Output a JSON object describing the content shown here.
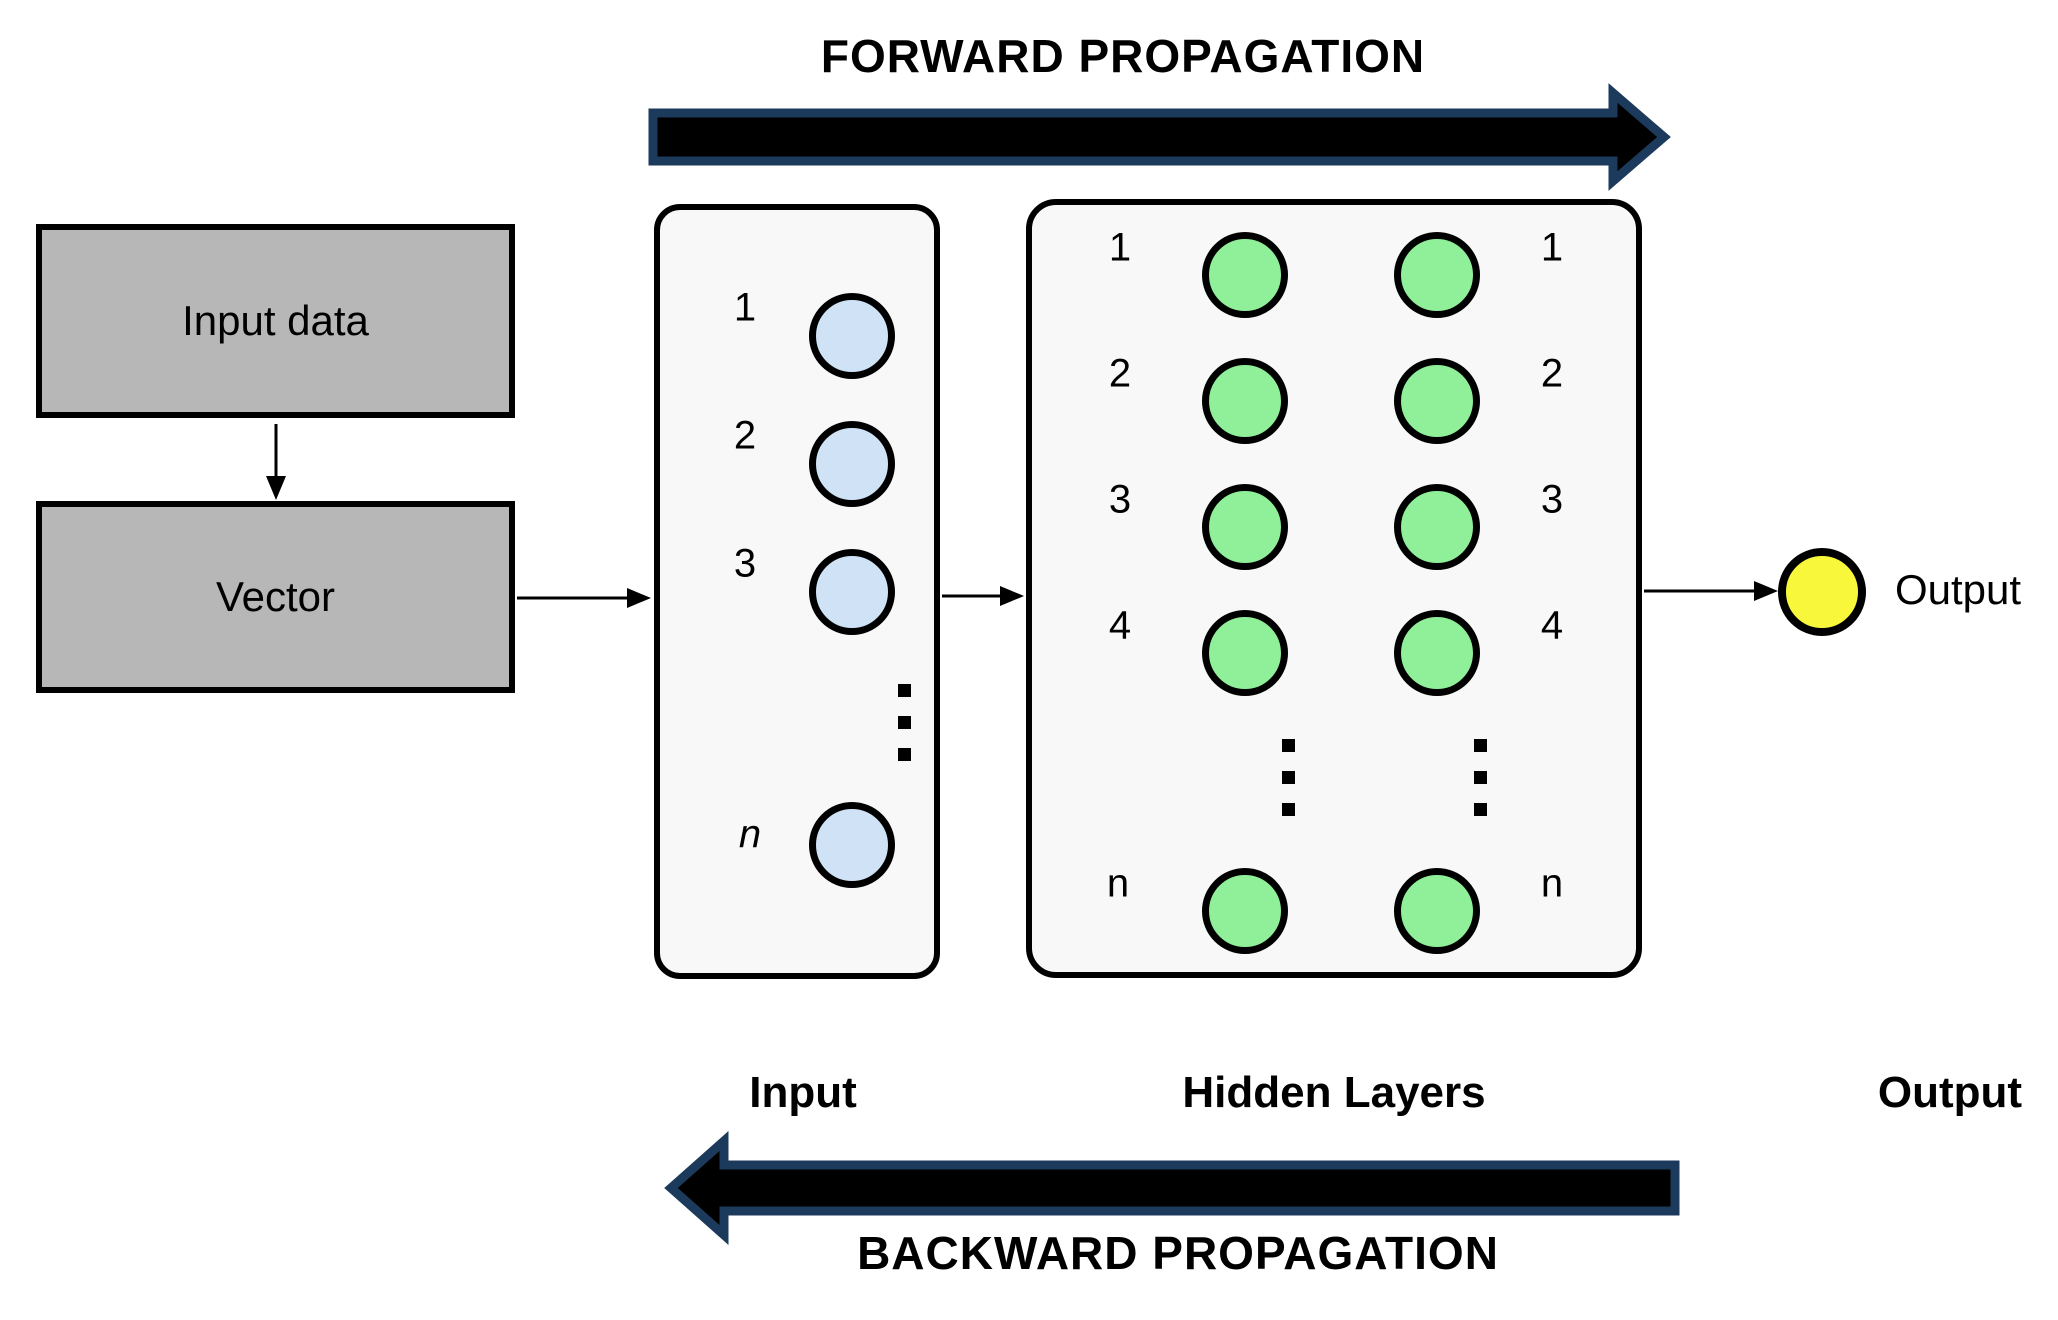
{
  "titles": {
    "forward": "FORWARD PROPAGATION",
    "backward": "BACKWARD PROPAGATION"
  },
  "preprocess": {
    "input_data_label": "Input data",
    "vector_label": "Vector"
  },
  "input_layer": {
    "caption": "Input",
    "node_labels": [
      "1",
      "2",
      "3",
      "n"
    ]
  },
  "hidden_layers": {
    "caption": "Hidden Layers",
    "left_node_labels": [
      "1",
      "2",
      "3",
      "4",
      "n"
    ],
    "right_node_labels": [
      "1",
      "2",
      "3",
      "4",
      "n"
    ]
  },
  "output_layer": {
    "caption": "Output",
    "node_label": "Output"
  },
  "colors": {
    "input_node_fill": "#cfe2f6",
    "hidden_node_fill": "#90f09a",
    "output_node_fill": "#f9f73c",
    "box_fill": "#b7b7b7",
    "panel_fill": "#f8f8f8",
    "arrow_fill": "#000000",
    "arrow_outline": "#1c3a5c"
  }
}
